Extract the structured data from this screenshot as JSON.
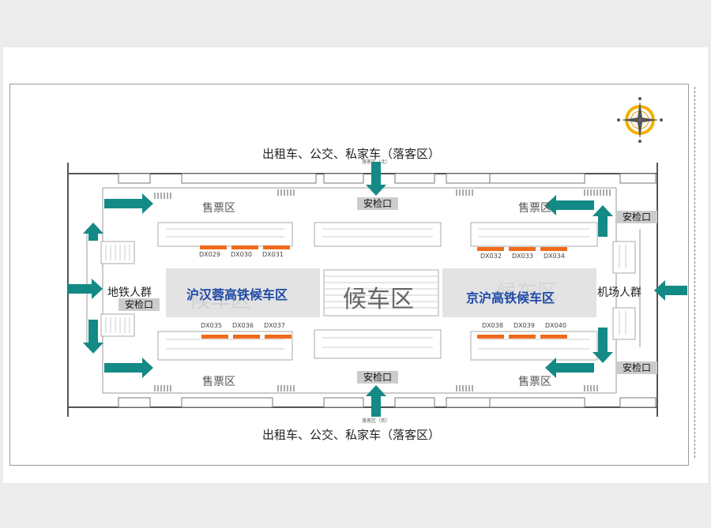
{
  "map": {
    "top_drop_off": "出租车、公交、私家车（落客区）",
    "bottom_drop_off": "出租车、公交、私家车（落客区）",
    "top_gate_small": "落客区（北）",
    "bottom_gate_small": "落客区（南）",
    "security_label": "安检口",
    "ticket_label": "售票区",
    "waiting_main": "候车区",
    "waiting_west": "沪汉蓉高铁候车区",
    "waiting_east": "京沪高铁候车区",
    "metro_crowd": "地铁人群",
    "airport_crowd": "机场人群",
    "west_faint": "候车区",
    "east_faint": "候车区",
    "counters": {
      "nw": [
        "DX029",
        "DX030",
        "DX031"
      ],
      "ne": [
        "DX032",
        "DX033",
        "DX034"
      ],
      "sw": [
        "DX035",
        "DX036",
        "DX037"
      ],
      "se": [
        "DX038",
        "DX039",
        "DX040"
      ]
    },
    "colors": {
      "arrow": "#148a86",
      "counter_bar": "#ef6b1c",
      "label_blue": "#1f4aa8",
      "security_box": "#cccccc",
      "compass": "#f2b100"
    },
    "icons": [
      "compass-icon",
      "arrow-icon"
    ]
  }
}
